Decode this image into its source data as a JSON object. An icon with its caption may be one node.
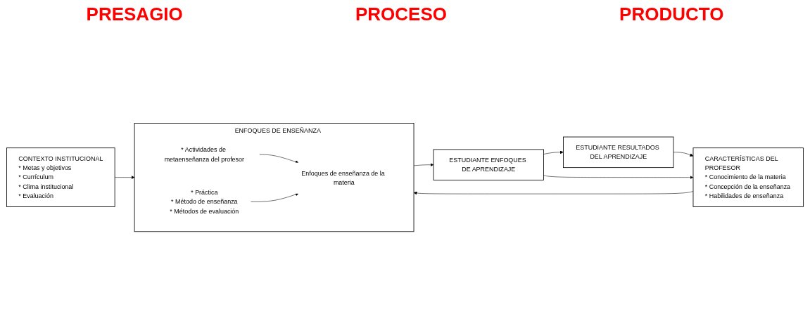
{
  "diagram": {
    "nodes": [
      {
        "text": [
          "CARACTERÍSTICAS DEL PROFESOR",
          "* Conocimiento de la materia",
          "* Concepción de la enseñanza",
          "* Habilidades de enseñanza"
        ]
      },
      {
        "text": [
          "CONTEXTO INSTITUCIONAL",
          "* Metas y objetivos",
          "* Currículum",
          "* Clima institucional",
          "* Evaluación"
        ]
      },
      {
        "text": [
          "ENFOQUES DE ENSEÑANZA"
        ]
      },
      {
        "text": [
          "* Actividades de metaenseñanza del profesor"
        ],
        "in": 2
      },
      {
        "text": [
          "* Práctica",
          "* Método de enseñanza",
          "* Métodos de evaluación"
        ],
        "in": 2
      },
      {
        "text": [
          "Enfoques de enseñanza de la materia"
        ],
        "in": 2
      },
      {
        "text": [
          "ESTUDIANTE ENFOQUES DE APRENDIZAJE"
        ]
      },
      {
        "text": [
          "ESTUDIANTE RESULTADOS DEL APRENDIZAJE"
        ]
      }
    ],
    "edges": [
      {
        "from": 0,
        "to": 2,
        "arrow": "to"
      },
      {
        "from": 1,
        "to": 2,
        "arrow": "to"
      },
      {
        "from": 3,
        "to": 5,
        "arrow": "to"
      },
      {
        "from": 4,
        "to": 5,
        "arrow": "to"
      },
      {
        "from": 2,
        "to": 6,
        "arrow": "to"
      },
      {
        "from": 6,
        "to": 7,
        "arrow": "to"
      },
      {
        "from": 7,
        "to": 0,
        "arrow": "to"
      },
      {
        "from": 6,
        "to": 0,
        "arrow": "to"
      }
    ],
    "labels": [
      "PRESAGIO",
      "PROCESO",
      "PRODUCTO"
    ]
  }
}
